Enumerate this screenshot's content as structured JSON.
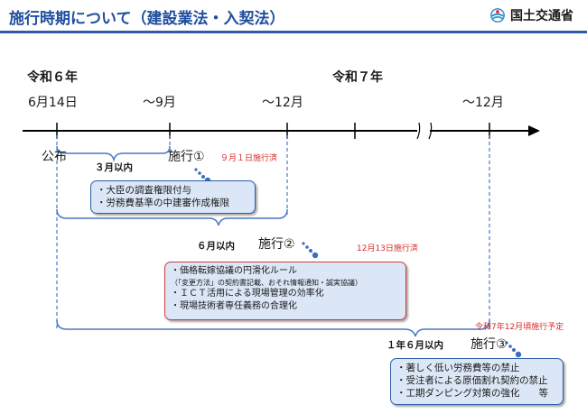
{
  "header": {
    "title": "施行時期について（建設業法・入契法）",
    "ministry": "国土交通省",
    "logo_icon": "ministry-logo-icon",
    "accent_color": "#1f4e9e"
  },
  "timeline": {
    "year_r6": "令和６年",
    "year_r7": "令和７年",
    "date_start": "6月14日",
    "tick_sep": "～9月",
    "tick_dec_r6": "～12月",
    "tick_dec_r7": "～12月",
    "promulgation": "公布"
  },
  "phases": {
    "p1": {
      "period": "３月以内",
      "label": "施行①",
      "status": "９月１日施行済",
      "items": [
        "・大臣の調査権限付与",
        "・労務費基準の中建審作成権限"
      ]
    },
    "p2": {
      "period": "６月以内",
      "label": "施行②",
      "status": "12月13日施行済",
      "items": [
        "・価格転嫁協議の円滑化ルール",
        "（「変更方法」の契約書記載、おそれ情報通知・誠実協議）",
        "・ＩＣＴ活用による現場管理の効率化",
        "・現場技術者専任義務の合理化"
      ]
    },
    "p3": {
      "period": "１年６月以内",
      "label": "施行③",
      "status": "令和7年12月頃施行予定",
      "items": [
        "・著しく低い労務費等の禁止",
        "・受注者による原価割れ契約の禁止",
        "・工期ダンピング対策の強化　　等"
      ]
    }
  },
  "colors": {
    "blue_border": "#2f5fa8",
    "red_border": "#d23b3b",
    "box_fill": "#dbe7f6",
    "status_red": "#d62a2a",
    "bracket_blue": "#4a78c4"
  }
}
